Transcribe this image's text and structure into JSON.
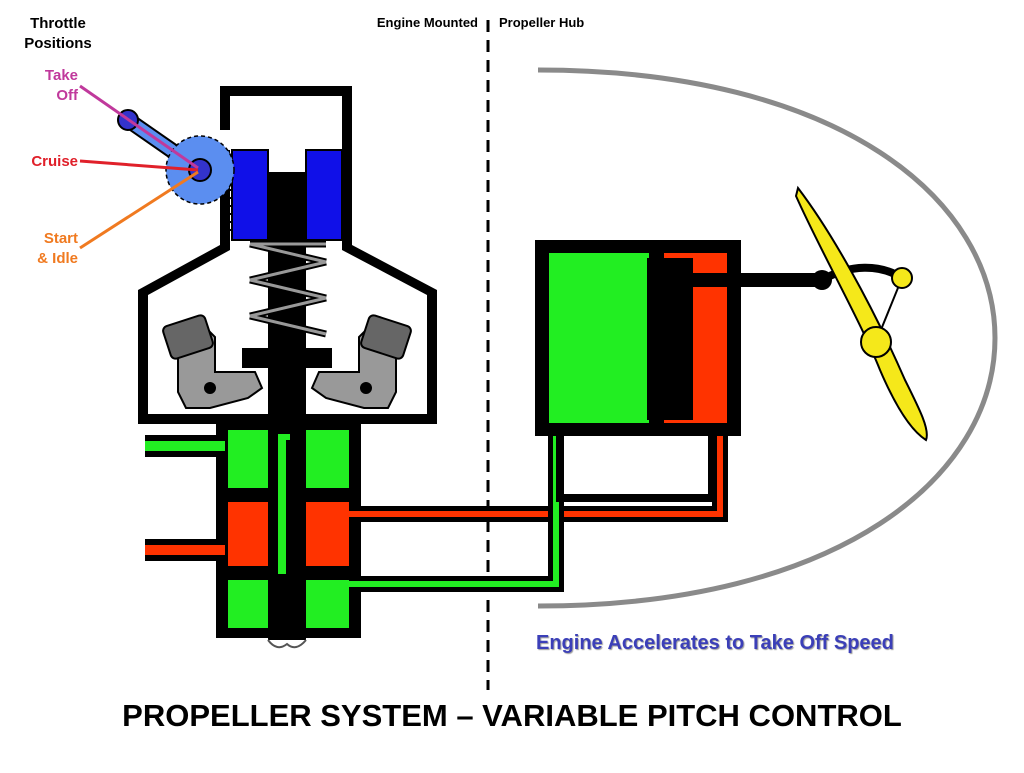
{
  "title": "PROPELLER SYSTEM – VARIABLE PITCH CONTROL",
  "throttle": {
    "title_line1": "Throttle",
    "title_line2": "Positions",
    "positions": [
      {
        "line1": "Take",
        "line2": "Off",
        "color": "#c0399c"
      },
      {
        "line1": "Cruise",
        "line2": "",
        "color": "#e0202a"
      },
      {
        "line1": "Start",
        "line2": "& Idle",
        "color": "#f07a20"
      }
    ]
  },
  "sections": {
    "engine_mounted": "Engine Mounted",
    "propeller_hub": "Propeller Hub"
  },
  "status": "Engine Accelerates to Take Off Speed",
  "colors": {
    "oil_supply": "#22ee22",
    "oil_pressure": "#ff3300",
    "flyweight_head": "#1010e8",
    "gear": "#5b8ef0",
    "propeller": "#f5e81a",
    "cowl": "#8a8a8a",
    "status_text": "#3b3fb8"
  }
}
